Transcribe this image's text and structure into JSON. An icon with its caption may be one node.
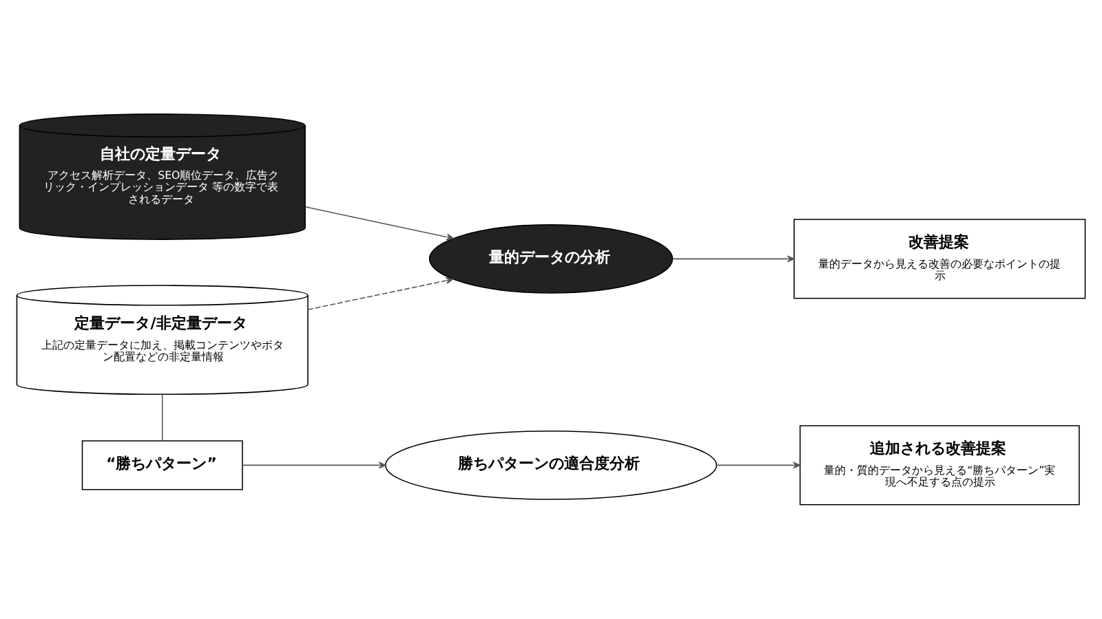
{
  "diagram": {
    "nodes": [
      {
        "text": [
          "自社の定量データ",
          "アクセス解析データ、SEO順位データ、広告クリック・インプレッションデータ 等の数字で表されるデータ"
        ]
      },
      {
        "text": [
          "量的データの分析"
        ]
      },
      {
        "text": [
          "改善提案",
          "量的データから見える改善の必要なポイントの提示"
        ]
      },
      {
        "text": [
          "定量データ/非定量データ",
          "上記の定量データに加え、掲載コンテンツやボタン配置などの非定量情報"
        ]
      },
      {
        "text": [
          "“勝ちパターン”"
        ]
      },
      {
        "text": [
          "勝ちパターンの適合度分析"
        ]
      },
      {
        "text": [
          "追加される改善提案",
          "量的・質的データから見える“勝ちパターン”実現へ不足する点の提示"
        ]
      }
    ],
    "edges": [
      {
        "from": 0,
        "to": 1,
        "arrow": "to"
      },
      {
        "from": 1,
        "to": 2,
        "arrow": "to"
      },
      {
        "from": 3,
        "to": 1,
        "arrow": "to",
        "style": "dashed"
      },
      {
        "from": 3,
        "to": 4,
        "arrow": "none"
      },
      {
        "from": 4,
        "to": 5,
        "arrow": "to"
      },
      {
        "from": 5,
        "to": 6,
        "arrow": "to"
      }
    ]
  }
}
